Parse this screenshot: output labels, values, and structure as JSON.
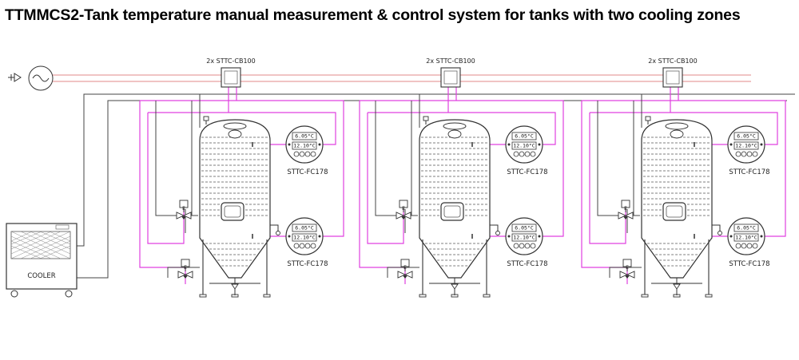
{
  "title": {
    "model": "TTMMCS2",
    "separator": "-",
    "description": "Tank temperature manual measurement & control system for tanks with two cooling zones"
  },
  "cooler": {
    "label": "COOLER"
  },
  "power_symbol": "power-source",
  "colors": {
    "power_line": "#e8a0a0",
    "signal_line": "#e040e0",
    "coolant_line": "#444444"
  },
  "units": [
    {
      "cb_label": "2x STTC-CB100",
      "controllers": [
        {
          "label": "STTC-FC178",
          "value1": "6.05°C",
          "value2": "12.10°C"
        },
        {
          "label": "STTC-FC178",
          "value1": "6.05°C",
          "value2": "12.10°C"
        }
      ]
    },
    {
      "cb_label": "2x STTC-CB100",
      "controllers": [
        {
          "label": "STTC-FC178",
          "value1": "6.05°C",
          "value2": "12.10°C"
        },
        {
          "label": "STTC-FC178",
          "value1": "6.05°C",
          "value2": "12.10°C"
        }
      ]
    },
    {
      "cb_label": "2x STTC-CB100",
      "controllers": [
        {
          "label": "STTC-FC178",
          "value1": "6.05°C",
          "value2": "12.10°C"
        },
        {
          "label": "STTC-FC178",
          "value1": "6.05°C",
          "value2": "12.10°C"
        }
      ]
    }
  ]
}
